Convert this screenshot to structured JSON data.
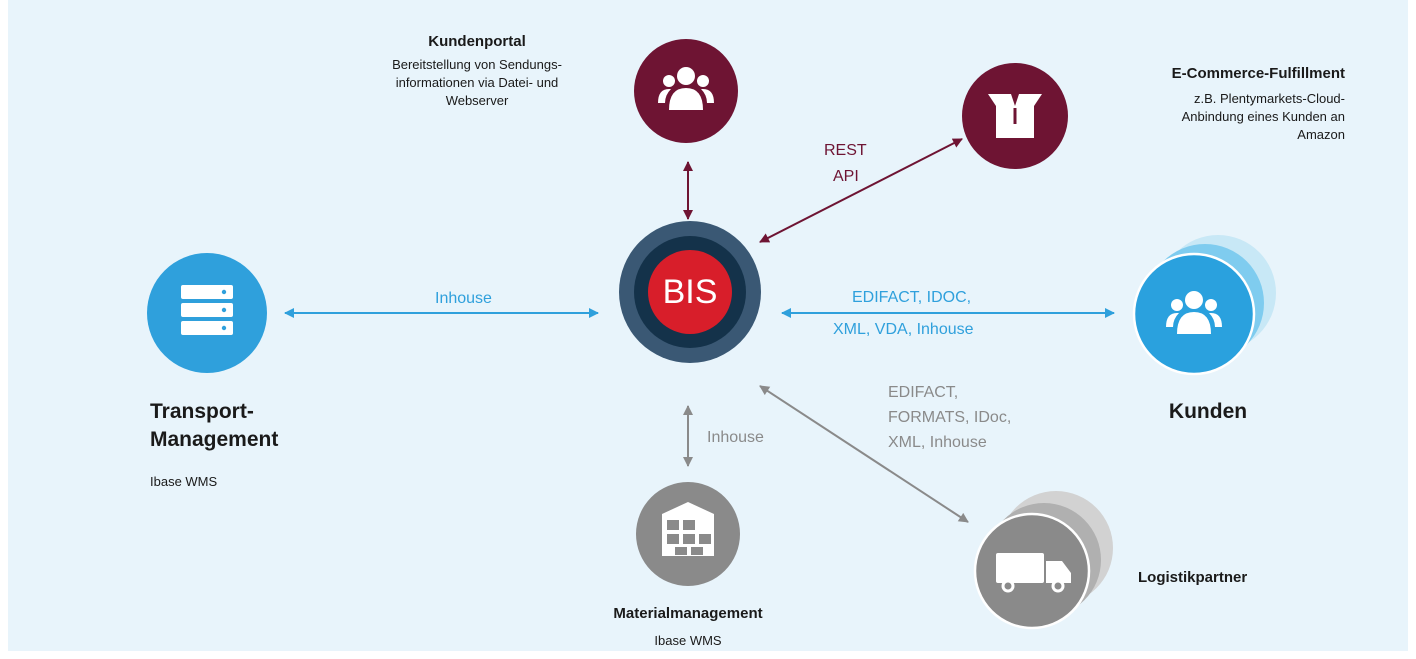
{
  "center": {
    "label": "BIS"
  },
  "nodes": {
    "kundenportal": {
      "title": "Kundenportal",
      "desc": [
        "Bereitstellung von Sendungs-",
        "informationen via Datei- und",
        "Webserver"
      ],
      "icon": "users-icon"
    },
    "ecommerce": {
      "title": "E-Commerce-Fulfillment",
      "desc": [
        "z.B. Plentymarkets-Cloud-",
        "Anbindung eines Kunden an",
        "Amazon"
      ],
      "icon": "open-box-icon"
    },
    "transport": {
      "title": [
        "Transport-",
        "Management"
      ],
      "sub": "Ibase WMS",
      "icon": "server-icon"
    },
    "kunden": {
      "title": "Kunden",
      "icon": "users-icon"
    },
    "material": {
      "title": "Materialmanagement",
      "sub": "Ibase WMS",
      "icon": "warehouse-icon"
    },
    "logistik": {
      "title": "Logistikpartner",
      "icon": "truck-icon"
    }
  },
  "connections": {
    "transport": "Inhouse",
    "kunden": [
      "EDIFACT, IDOC,",
      "XML, VDA, Inhouse"
    ],
    "ecommerce": [
      "REST",
      "API"
    ],
    "material": "Inhouse",
    "logistik": [
      "EDIFACT,",
      "FORMATS, IDoc,",
      "XML, Inhouse"
    ]
  },
  "colors": {
    "background": "#e8f4fb",
    "wine": "#6e1433",
    "blue": "#2fa0dc",
    "grey": "#8a8a8a",
    "bis_red": "#d81e2a",
    "bis_ring_outer": "#3a5874",
    "bis_ring_inner": "#14324a"
  }
}
